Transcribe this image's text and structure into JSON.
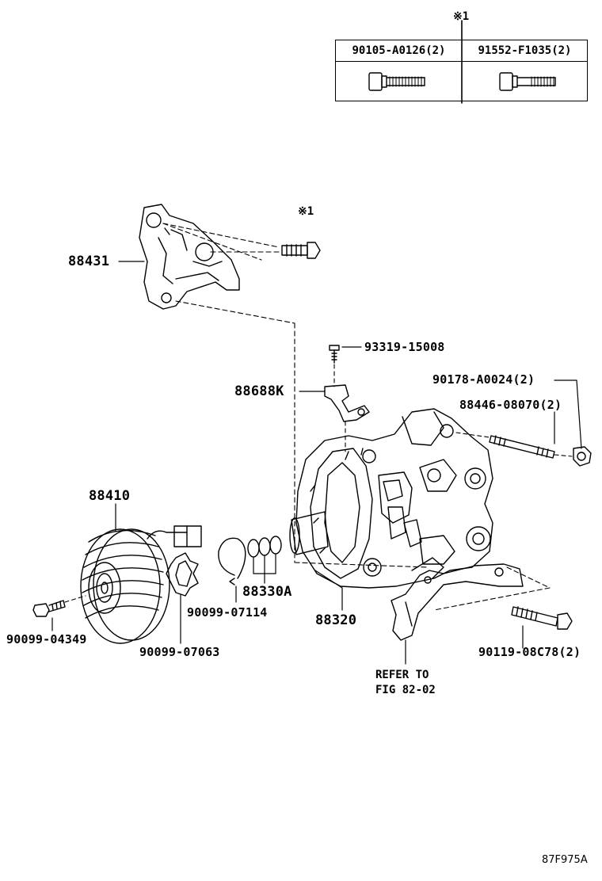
{
  "reference_table": {
    "marker": "※1",
    "columns": [
      "90105-A0126(2)",
      "91552-F1035(2)"
    ]
  },
  "labels": {
    "bracket": "88431",
    "bracket_bolt_marker": "※1",
    "screw": "93319-15008",
    "clip": "88688K",
    "nut": "90178-A0024(2)",
    "stud": "88446-08070(2)",
    "clutch": "88410",
    "compressor": "88320",
    "shims": "88330A",
    "snap_ring": "90099-07114",
    "pulley_bolt": "90099-04349",
    "clutch_shim": "90099-07063",
    "lower_bolt": "90119-08C78(2)"
  },
  "note": {
    "line1": "REFER TO",
    "line2": "FIG 82-02"
  },
  "figure_code": "87F975A"
}
